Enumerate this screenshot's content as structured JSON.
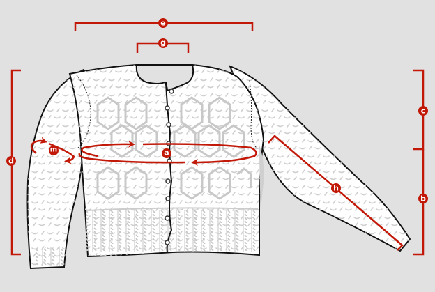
{
  "diagram": {
    "title": "Cardigan measurement diagram",
    "subject": "cabled knit cardigan, front view",
    "colors": {
      "background": "#e1e1e1",
      "garment_fill": "#ffffff",
      "texture": "#c4c4c4",
      "outline": "#111111",
      "accent": "#c21807"
    },
    "measurements": [
      {
        "key": "a",
        "label": "a",
        "type": "circumference",
        "location": "chest"
      },
      {
        "key": "b",
        "label": "b",
        "type": "length",
        "location": "body length below armhole"
      },
      {
        "key": "c",
        "label": "c",
        "type": "length",
        "location": "armhole depth"
      },
      {
        "key": "d",
        "label": "d",
        "type": "length",
        "location": "total length"
      },
      {
        "key": "e",
        "label": "e",
        "type": "width",
        "location": "shoulder width"
      },
      {
        "key": "g",
        "label": "g",
        "type": "width",
        "location": "neck width"
      },
      {
        "key": "h",
        "label": "h",
        "type": "length",
        "location": "sleeve length"
      },
      {
        "key": "m",
        "label": "m",
        "type": "circumference",
        "location": "upper arm"
      }
    ],
    "buttons_count": 9
  }
}
